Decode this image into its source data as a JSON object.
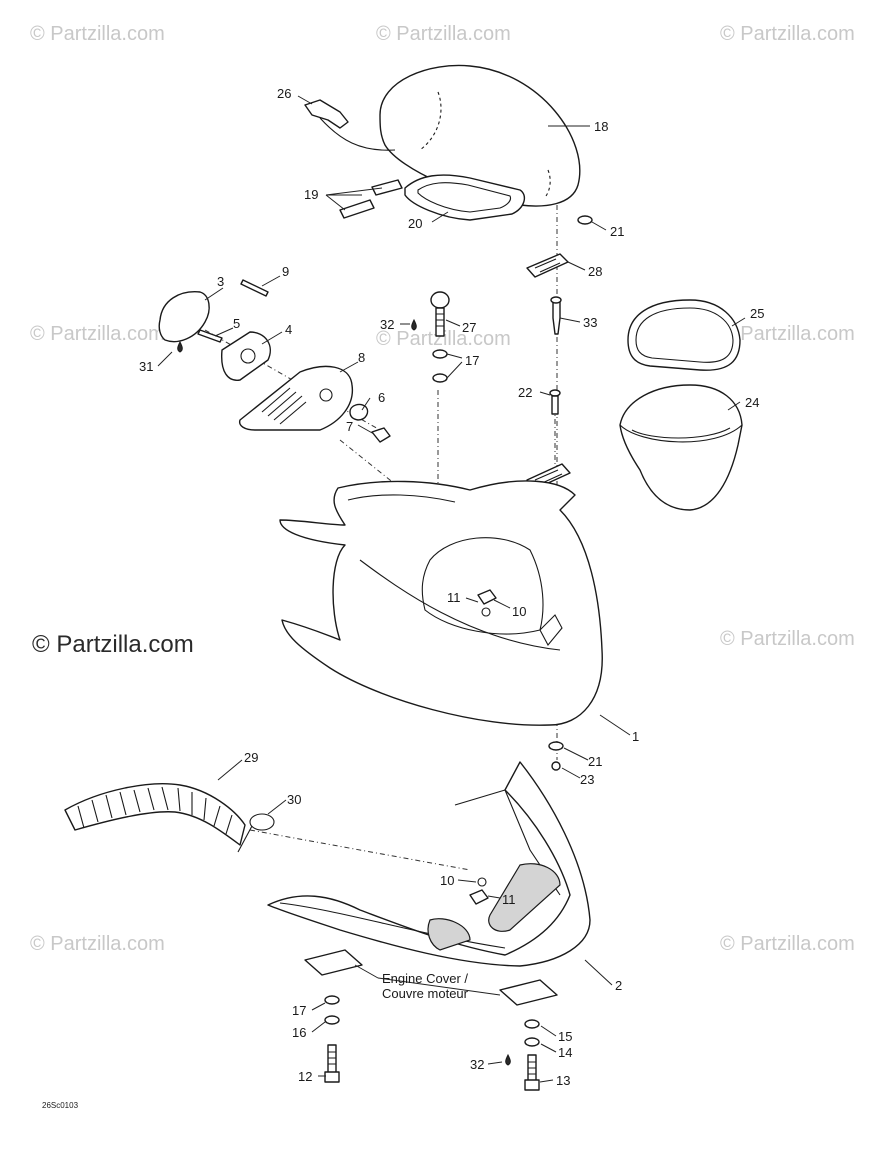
{
  "watermarks": {
    "text": "© Partzilla.com",
    "prominent": "© Partzilla.com"
  },
  "diagram": {
    "drawing_code": "26Sc0103",
    "caption": {
      "line1": "Engine Cover /",
      "line2": "Couvre moteur"
    },
    "callouts": {
      "c1": "1",
      "c2": "2",
      "c3": "3",
      "c4": "4",
      "c5": "5",
      "c6": "6",
      "c7": "7",
      "c8": "8",
      "c9": "9",
      "c10a": "10",
      "c10b": "10",
      "c11a": "11",
      "c11b": "11",
      "c12": "12",
      "c13": "13",
      "c14": "14",
      "c15": "15",
      "c16": "16",
      "c17a": "17",
      "c17b": "17",
      "c18": "18",
      "c19": "19",
      "c20": "20",
      "c21a": "21",
      "c21b": "21",
      "c22": "22",
      "c23": "23",
      "c24": "24",
      "c25": "25",
      "c26": "26",
      "c27": "27",
      "c28": "28",
      "c29": "29",
      "c30": "30",
      "c31": "31",
      "c32a": "32",
      "c32b": "32",
      "c33": "33"
    }
  }
}
